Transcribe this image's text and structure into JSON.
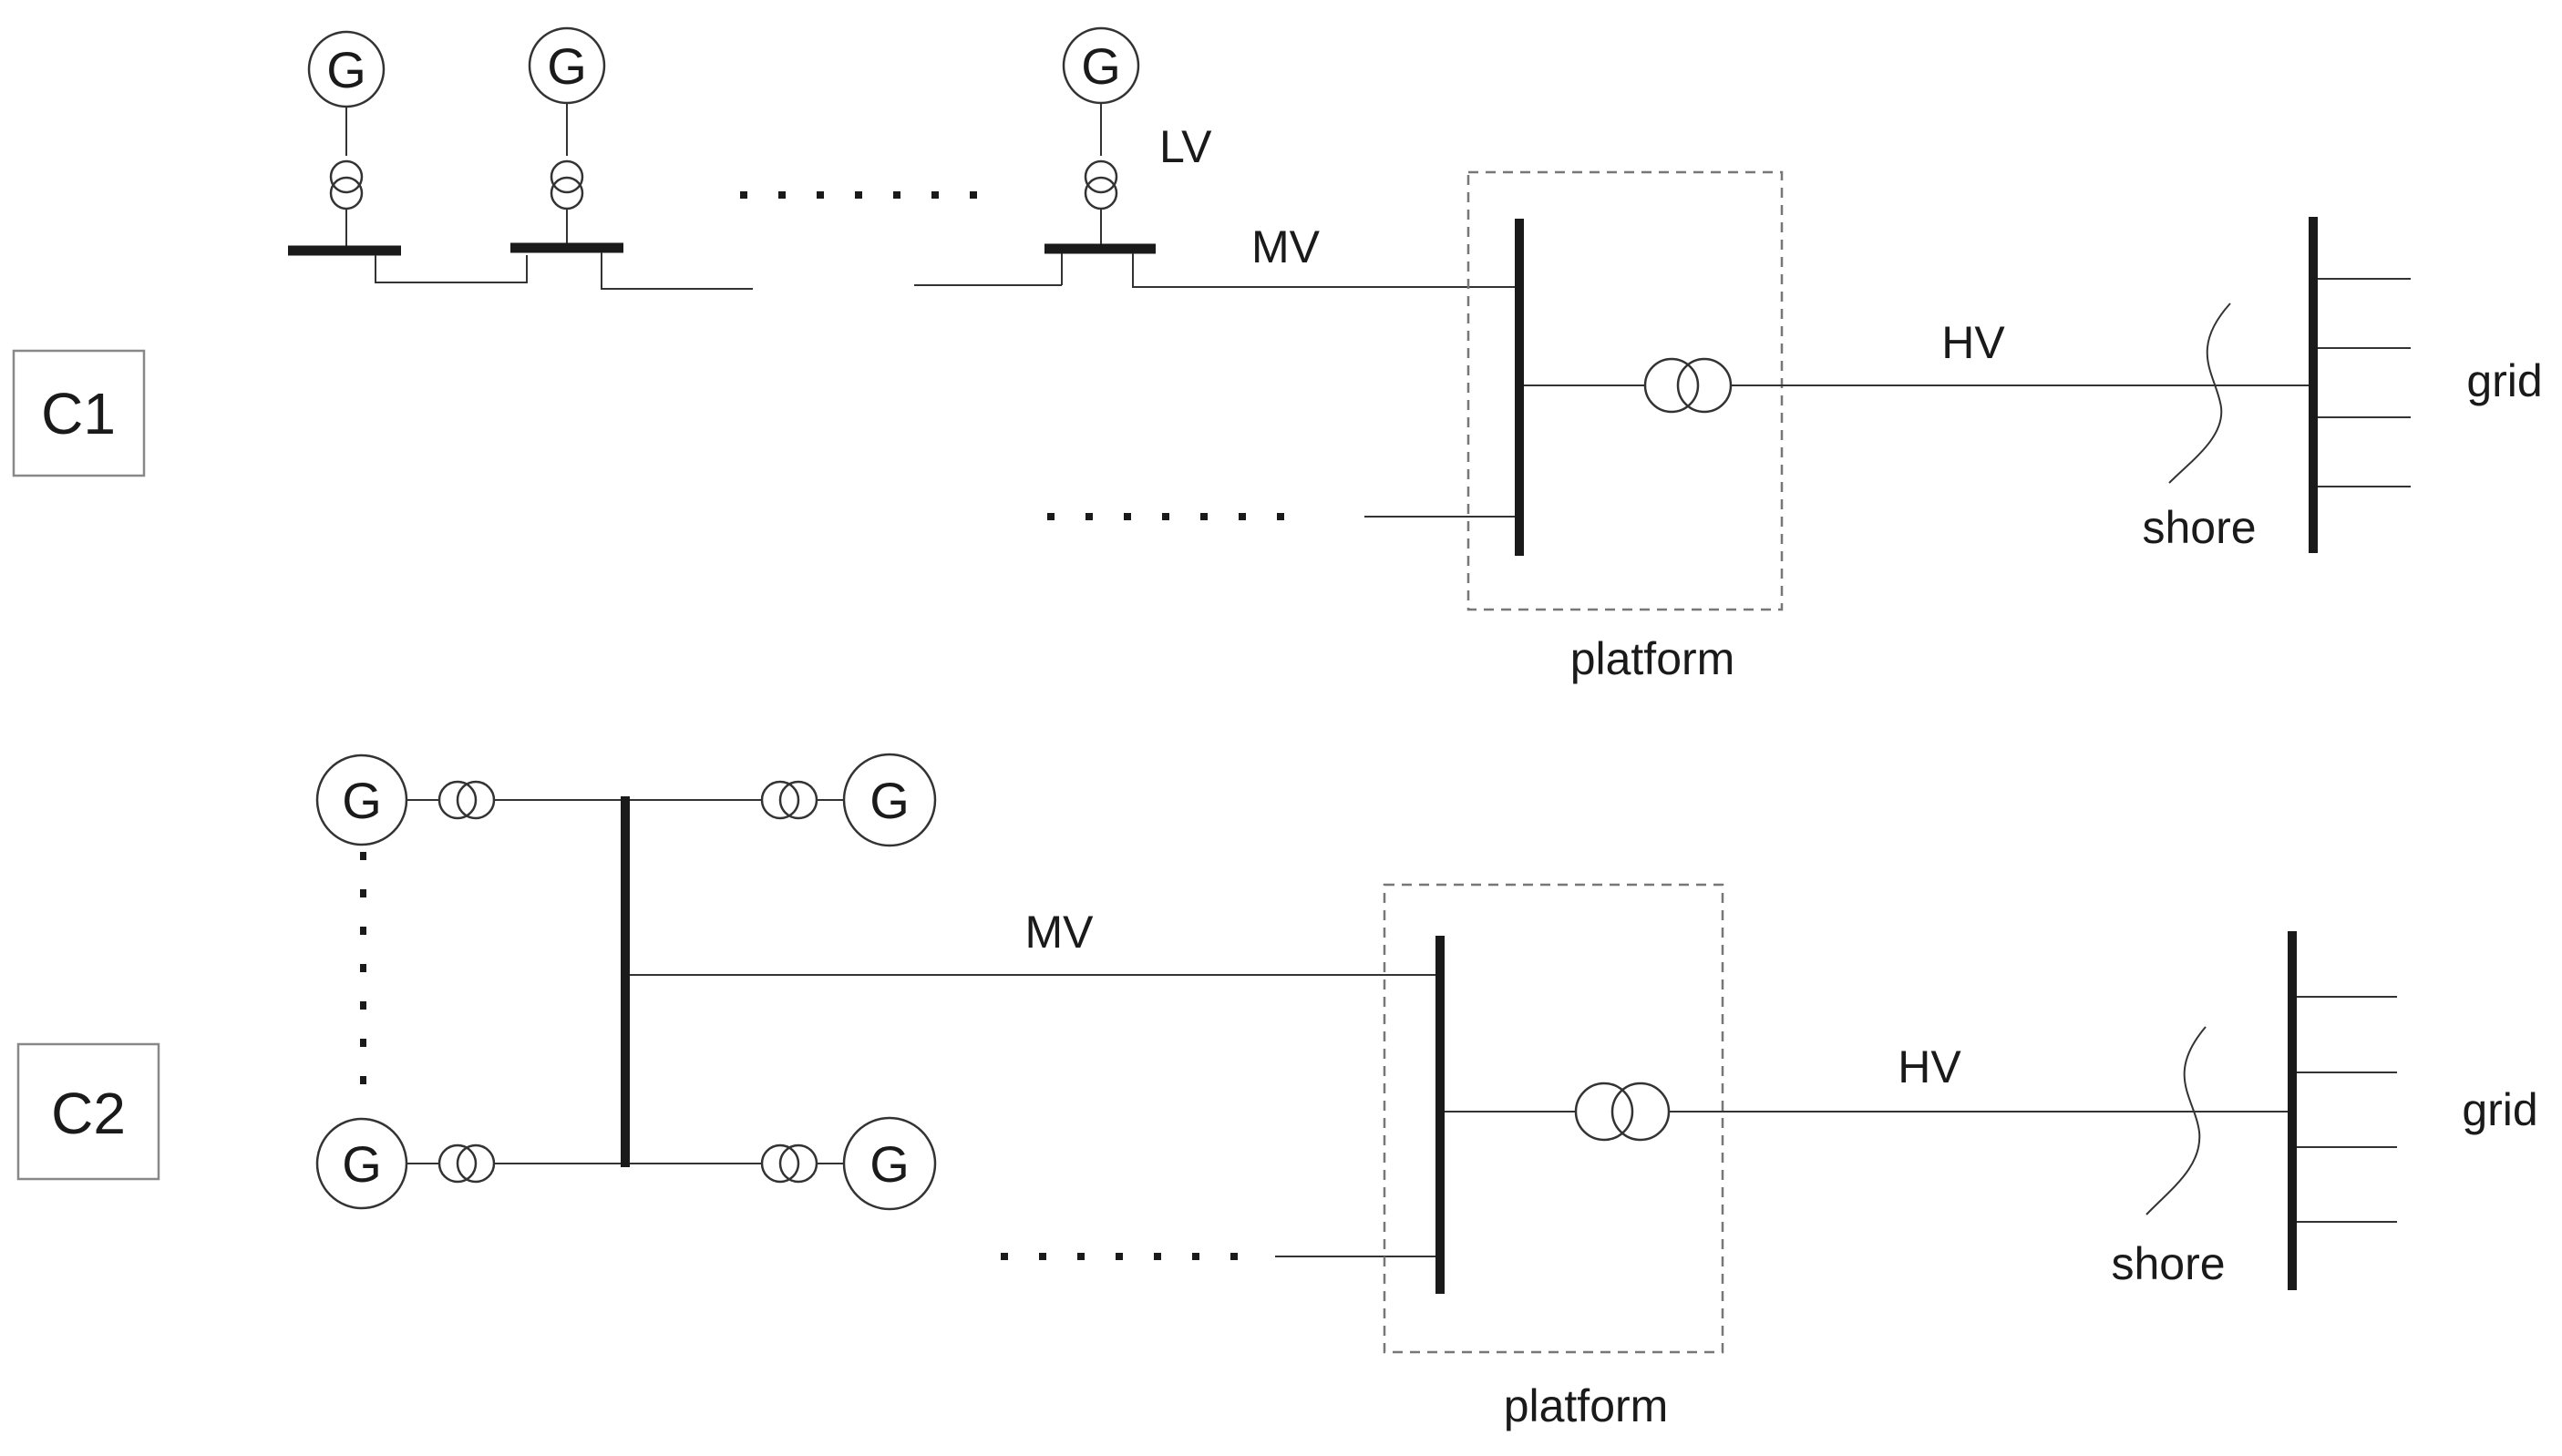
{
  "configurations": [
    {
      "id": "C1",
      "label": "C1",
      "generator_symbol": "G",
      "labels": {
        "lv": "LV",
        "mv": "MV",
        "hv": "HV",
        "platform": "platform",
        "shore": "shore",
        "grid": "grid"
      }
    },
    {
      "id": "C2",
      "label": "C2",
      "generator_symbol": "G",
      "labels": {
        "mv": "MV",
        "hv": "HV",
        "platform": "platform",
        "shore": "shore",
        "grid": "grid"
      }
    }
  ]
}
